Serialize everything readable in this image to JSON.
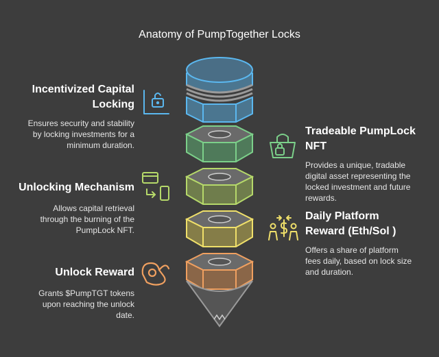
{
  "title": "Anatomy of PumpTogether Locks",
  "colors": {
    "background": "#3d3d3d",
    "blue": "#5bb8f0",
    "green": "#7cd08a",
    "olive": "#b6d96a",
    "yellow": "#f0e06a",
    "orange": "#f0a060",
    "gray": "#8a8a8a"
  },
  "items": [
    {
      "id": "capital-locking",
      "title": "Incentivized Capital Locking",
      "title_lines": [
        "Incentivized Capital",
        "Locking"
      ],
      "desc_lines": [
        "Ensures security and stability",
        "by locking investments for a",
        "minimum duration."
      ],
      "icon": "padlock-chart-icon",
      "side": "left"
    },
    {
      "id": "tradeable-nft",
      "title": "Tradeable PumpLock NFT",
      "title_lines": [
        "Tradeable PumpLock",
        "NFT"
      ],
      "desc_lines": [
        "Provides a unique, tradable",
        "digital asset representing the",
        "locked investment and future",
        "rewards."
      ],
      "icon": "shopping-bag-lock-icon",
      "side": "right"
    },
    {
      "id": "unlocking-mechanism",
      "title": "Unlocking Mechanism",
      "title_lines": [
        "Unlocking Mechanism"
      ],
      "desc_lines": [
        "Allows capital retrieval",
        "through the burning of the",
        "PumpLock NFT."
      ],
      "icon": "card-to-phone-icon",
      "side": "left"
    },
    {
      "id": "daily-reward",
      "title": "Daily Platform Reward (Eth/Sol )",
      "title_lines": [
        "Daily Platform",
        "Reward (Eth/Sol )"
      ],
      "desc_lines": [
        "Offers a share of platform",
        "fees daily, based on lock size",
        "and duration."
      ],
      "icon": "people-dollar-icon",
      "side": "right"
    },
    {
      "id": "unlock-reward",
      "title": "Unlock Reward",
      "title_lines": [
        "Unlock Reward"
      ],
      "desc_lines": [
        "Grants $PumpTGT tokens",
        "upon reaching the unlock",
        "date."
      ],
      "icon": "hand-coin-icon",
      "side": "left"
    }
  ]
}
